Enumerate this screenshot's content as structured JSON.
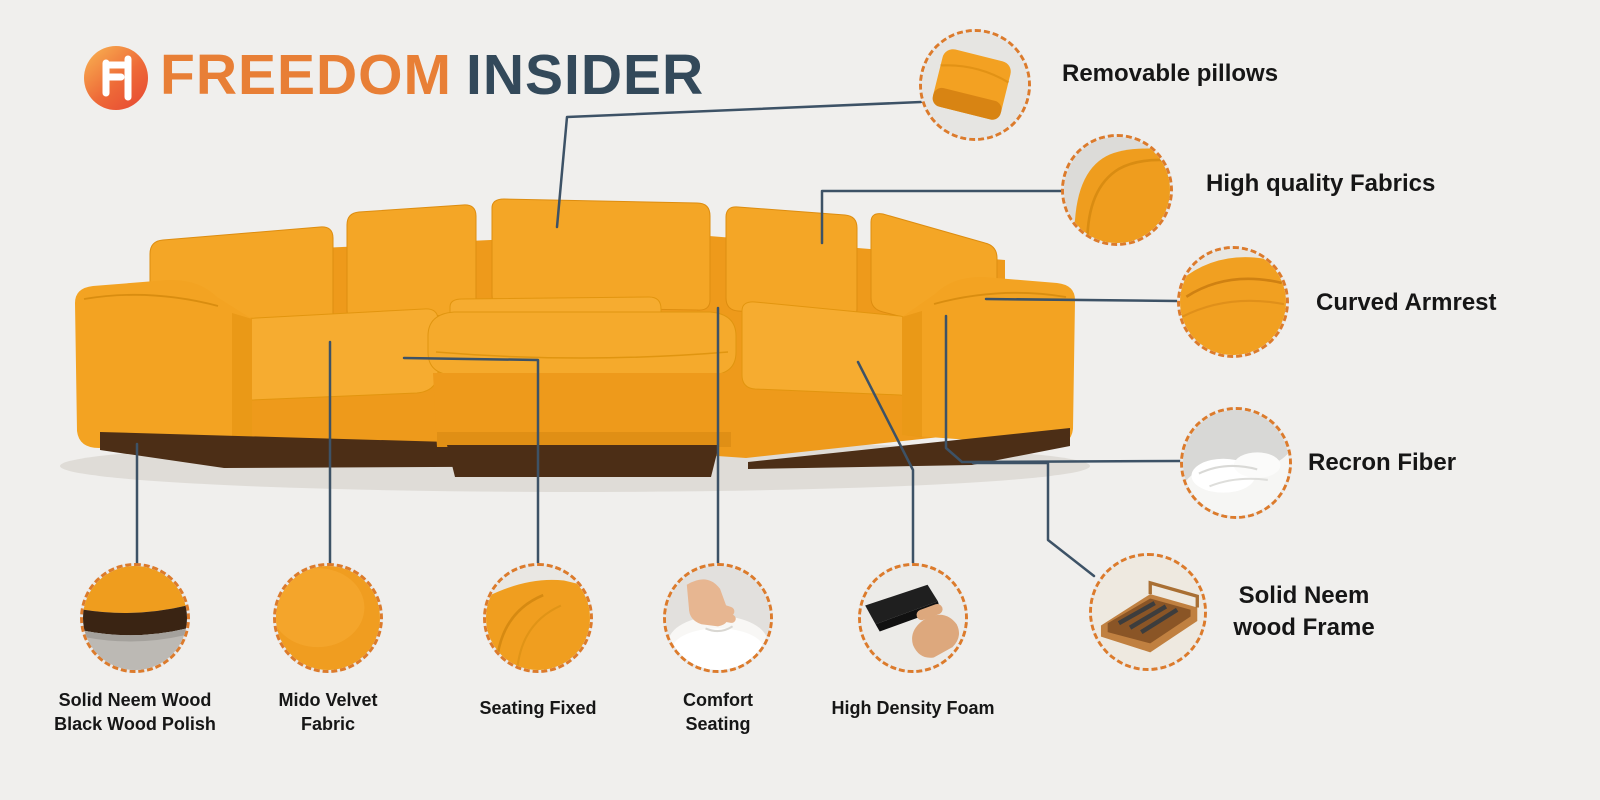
{
  "header": {
    "brand_primary": "FREEDOM",
    "brand_secondary": "INSIDER",
    "logo_letter": "F"
  },
  "features": {
    "removable_pillows": "Removable pillows",
    "high_quality_fabrics": "High quality Fabrics",
    "curved_armrest": "Curved Armrest",
    "recron_fiber": "Recron Fiber",
    "wood_frame": "Solid Neem wood Frame",
    "black_wood_polish": "Solid Neem Wood Black Wood Polish",
    "mido_velvet": "Mido Velvet Fabric",
    "seating_fixed": "Seating Fixed",
    "comfort_seating": "Comfort Seating",
    "high_density_foam": "High Density Foam"
  },
  "colors": {
    "accent_orange": "#e87f36",
    "title_navy": "#33495a",
    "sofa_orange": "#f2a01f",
    "callout_border": "#dc7b2c",
    "connector_line": "#3d5266",
    "wood_base": "#4c2e16",
    "background": "#f0efed"
  }
}
